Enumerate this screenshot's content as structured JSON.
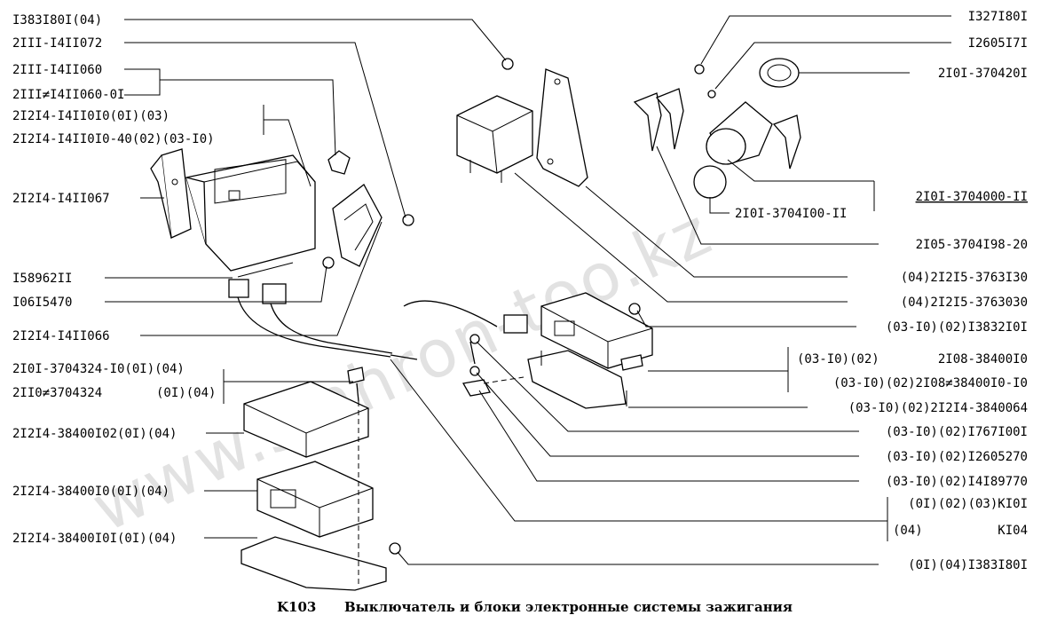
{
  "watermark": "www.sinhron-too.kz",
  "caption": {
    "code": "K103",
    "title": "Выключатель и блоки электронные системы зажигания"
  },
  "labels_left": [
    "I383I80I(04)",
    "2III-I4II072",
    "2III-I4II060",
    "2III≠I4II060-0I",
    "2I2I4-I4II0I0(0I)(03)",
    "2I2I4-I4II0I0-40(02)(03-I0)",
    "2I2I4-I4II067",
    "I58962II",
    "I06I5470",
    "2I2I4-I4II066",
    "2I0I-3704324-I0(0I)(04)",
    "2II0≠3704324",
    "(0I)(04)",
    "2I2I4-38400I02(0I)(04)",
    "2I2I4-38400I0(0I)(04)",
    "2I2I4-38400I0I(0I)(04)"
  ],
  "labels_right": [
    "I327I80I",
    "I2605I7I",
    "2I0I-370420I",
    "2I0I-3704000-II",
    "2I0I-3704I00-II",
    "2I05-3704I98-20",
    "(04)2I2I5-3763I30",
    "(04)2I2I5-3763030",
    "(03-I0)(02)I3832I0I",
    "(03-I0)(02)",
    "2I08-38400I0",
    "(03-I0)(02)2I08≠38400I0-I0",
    "(03-I0)(02)2I2I4-3840064",
    "(03-I0)(02)I767I00I",
    "(03-I0)(02)I2605270",
    "(03-I0)(02)I4I89770",
    "(0I)(02)(03)KI0I",
    "(04)",
    "KI04",
    "(0I)(04)I383I80I"
  ]
}
